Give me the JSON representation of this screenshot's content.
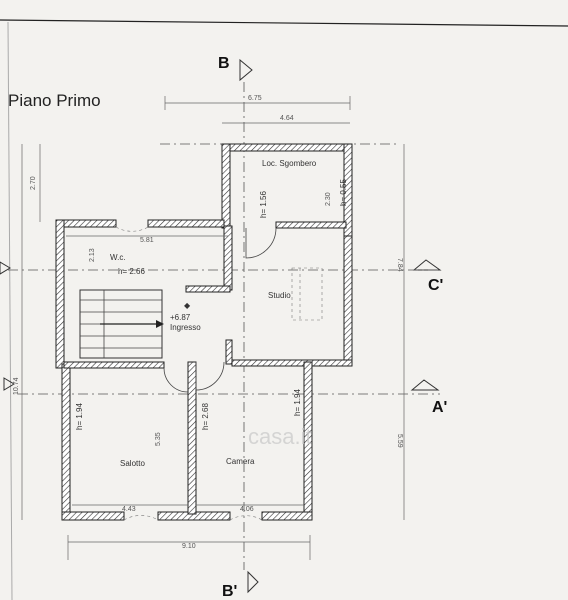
{
  "title": "Piano Primo",
  "sections": {
    "b_top": "B",
    "b_bottom": "B'",
    "c_right": "C'",
    "a_right": "A'"
  },
  "rooms": {
    "ripostiglio": "Loc. Sgombero",
    "ripostiglio_h": "h= 1.56",
    "ripostiglio_h2": "h= 0.55",
    "wc": "W.c.",
    "wc_h": "h= 2.66",
    "studio": "Studio",
    "ingresso": "Ingresso",
    "ingresso_level": "+6.87",
    "salotto": "Salotto",
    "salotto_h": "h= 1.94",
    "camera": "Camera",
    "camera_h": "h= 2.68",
    "camera_h2": "h= 1.94"
  },
  "dimensions": {
    "top_total": "6.75",
    "top_inner": "4.64",
    "left_top": "2.70",
    "left_total": "10.74",
    "wc_width": "5.81",
    "wc_depth": "2.13",
    "right_upper": "7.84",
    "right_lower": "5.59",
    "loc_depth": "2.30",
    "salotto_depth": "5.35",
    "salotto_width": "4.43",
    "camera_width": "4.06",
    "bottom_total": "9.10"
  },
  "watermark": "casa.it"
}
